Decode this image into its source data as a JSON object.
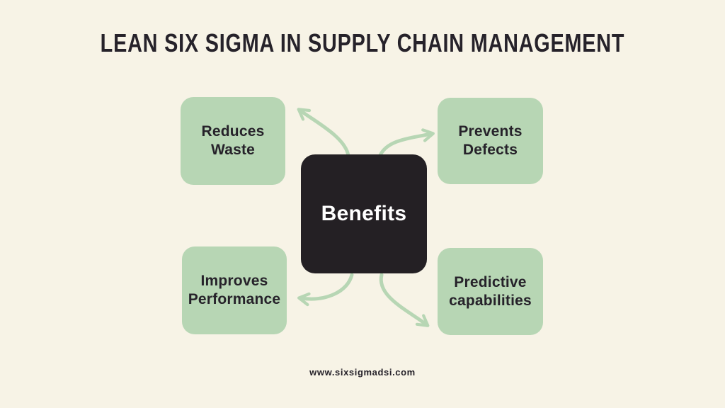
{
  "title": "LEAN SIX SIGMA IN SUPPLY CHAIN MANAGEMENT",
  "center_box": {
    "label": "Benefits"
  },
  "benefit_boxes": [
    {
      "id": "reduces-waste",
      "label": "Reduces\nWaste",
      "position": "top-left"
    },
    {
      "id": "prevents-defects",
      "label": "Prevents\nDefects",
      "position": "top-right"
    },
    {
      "id": "improves-performance",
      "label": "Improves\nPerformance",
      "position": "bottom-left"
    },
    {
      "id": "predictive-capabilities",
      "label": "Predictive\ncapabilities",
      "position": "bottom-right"
    }
  ],
  "connectors": [
    {
      "name": "curved-arrow-to-reduces-waste",
      "from": "Benefits",
      "to": "Reduces Waste"
    },
    {
      "name": "curved-arrow-to-prevents-defects",
      "from": "Benefits",
      "to": "Prevents Defects"
    },
    {
      "name": "curved-arrow-to-improves-performance",
      "from": "Benefits",
      "to": "Improves Performance"
    },
    {
      "name": "curved-arrow-to-predictive-capabilities",
      "from": "Benefits",
      "to": "Predictive capabilities"
    }
  ],
  "footer": {
    "website": "www.sixsigmadsi.com"
  },
  "colors": {
    "background": "#f7f3e6",
    "benefit_box_green": "#b7d6b4",
    "center_box_dark": "#242024",
    "arrow_green": "#b7d6b4",
    "text_dark": "#26222a",
    "text_light": "#ffffff"
  }
}
